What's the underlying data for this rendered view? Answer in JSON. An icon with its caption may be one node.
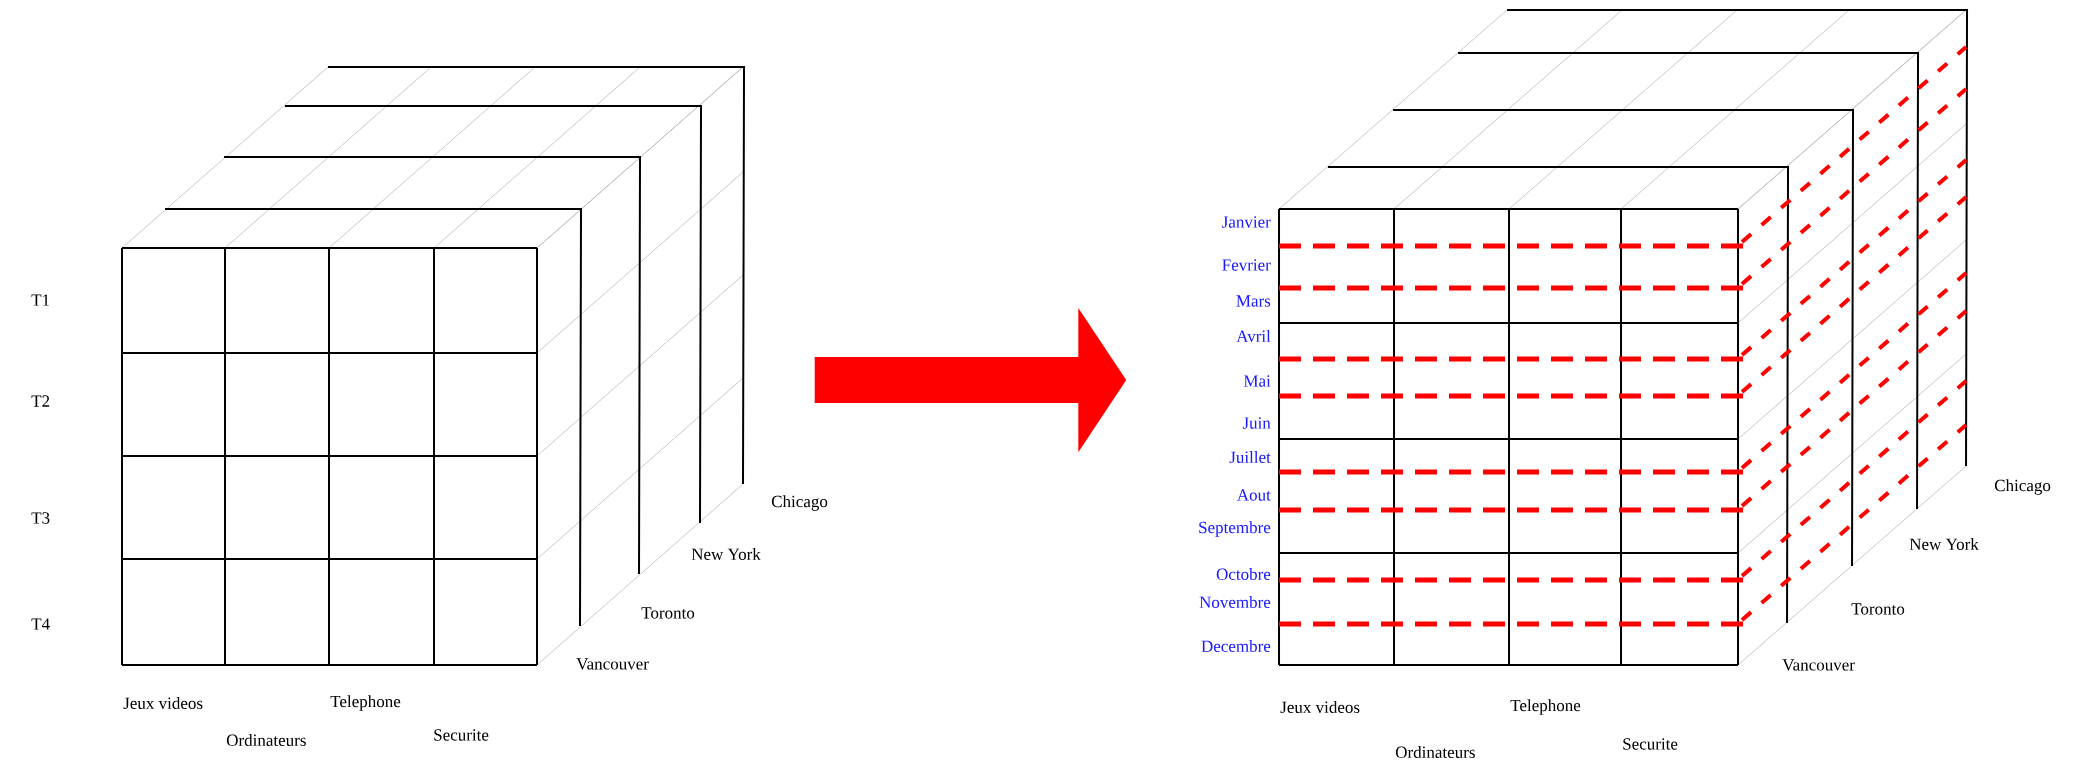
{
  "diagram": {
    "nodes": [
      {
        "text": [],
        "shape": "picture",
        "beside": [
          "Jeux videos",
          "Telephone",
          "Ordinateurs",
          "Securite"
        ]
      },
      {
        "text": [],
        "shape": "picture",
        "beside": [
          "Janvier",
          "Fevrier",
          "Mars",
          "Avril",
          "Mai",
          "Juin",
          "Juillet",
          "Aout",
          "Septembre",
          "Octobre",
          "Novembre",
          "Decembre",
          "Jeux videos",
          "Telephone",
          "Ordinateurs",
          "Securite"
        ]
      }
    ],
    "edges": [
      {
        "from": 0,
        "to": 1,
        "arrow": "to"
      }
    ],
    "labels": [
      "T1",
      "T2",
      "T3",
      "T4",
      "Chicago",
      "New York",
      "Toronto",
      "Vancouver",
      "Chicago",
      "New York",
      "Toronto",
      "Vancouver"
    ]
  }
}
